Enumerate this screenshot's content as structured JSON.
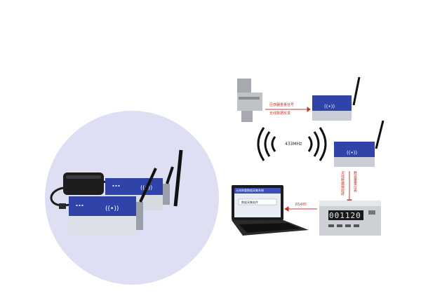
{
  "diagram": {
    "labels": {
      "sensor_to_tx_top": "压感器重量信号",
      "sensor_to_tx_bottom": "无线数据收发",
      "freq": "433MHz",
      "rx_to_indicator_left": "无线数据接收转",
      "rx_to_indicator_right": "数显重量仪表",
      "indicator_to_pc": "RS485"
    },
    "indicator": {
      "display": "001120"
    },
    "laptop": {
      "screen_line1": "无线称重数据采集系统",
      "screen_line2": "数据采集软件"
    },
    "colors": {
      "circle": "#dedff3",
      "module_blue": "#2f43a8",
      "module_silver": "#c9ced6",
      "accent_red": "#c0392b"
    }
  }
}
